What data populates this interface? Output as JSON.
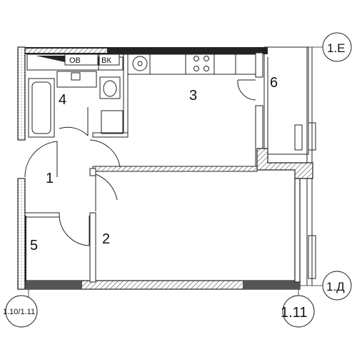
{
  "plan": {
    "rooms": [
      {
        "id": "1",
        "label": "1"
      },
      {
        "id": "2",
        "label": "2"
      },
      {
        "id": "3",
        "label": "3"
      },
      {
        "id": "4",
        "label": "4"
      },
      {
        "id": "5",
        "label": "5"
      },
      {
        "id": "6",
        "label": "6"
      }
    ],
    "utility_tags": {
      "ov": "ОВ",
      "vk": "ВК"
    },
    "axes": {
      "top_right": "1.Е",
      "bottom_right": "1.Д",
      "bottom_left": "1.10/1.11",
      "bottom_center": "1.11"
    }
  }
}
